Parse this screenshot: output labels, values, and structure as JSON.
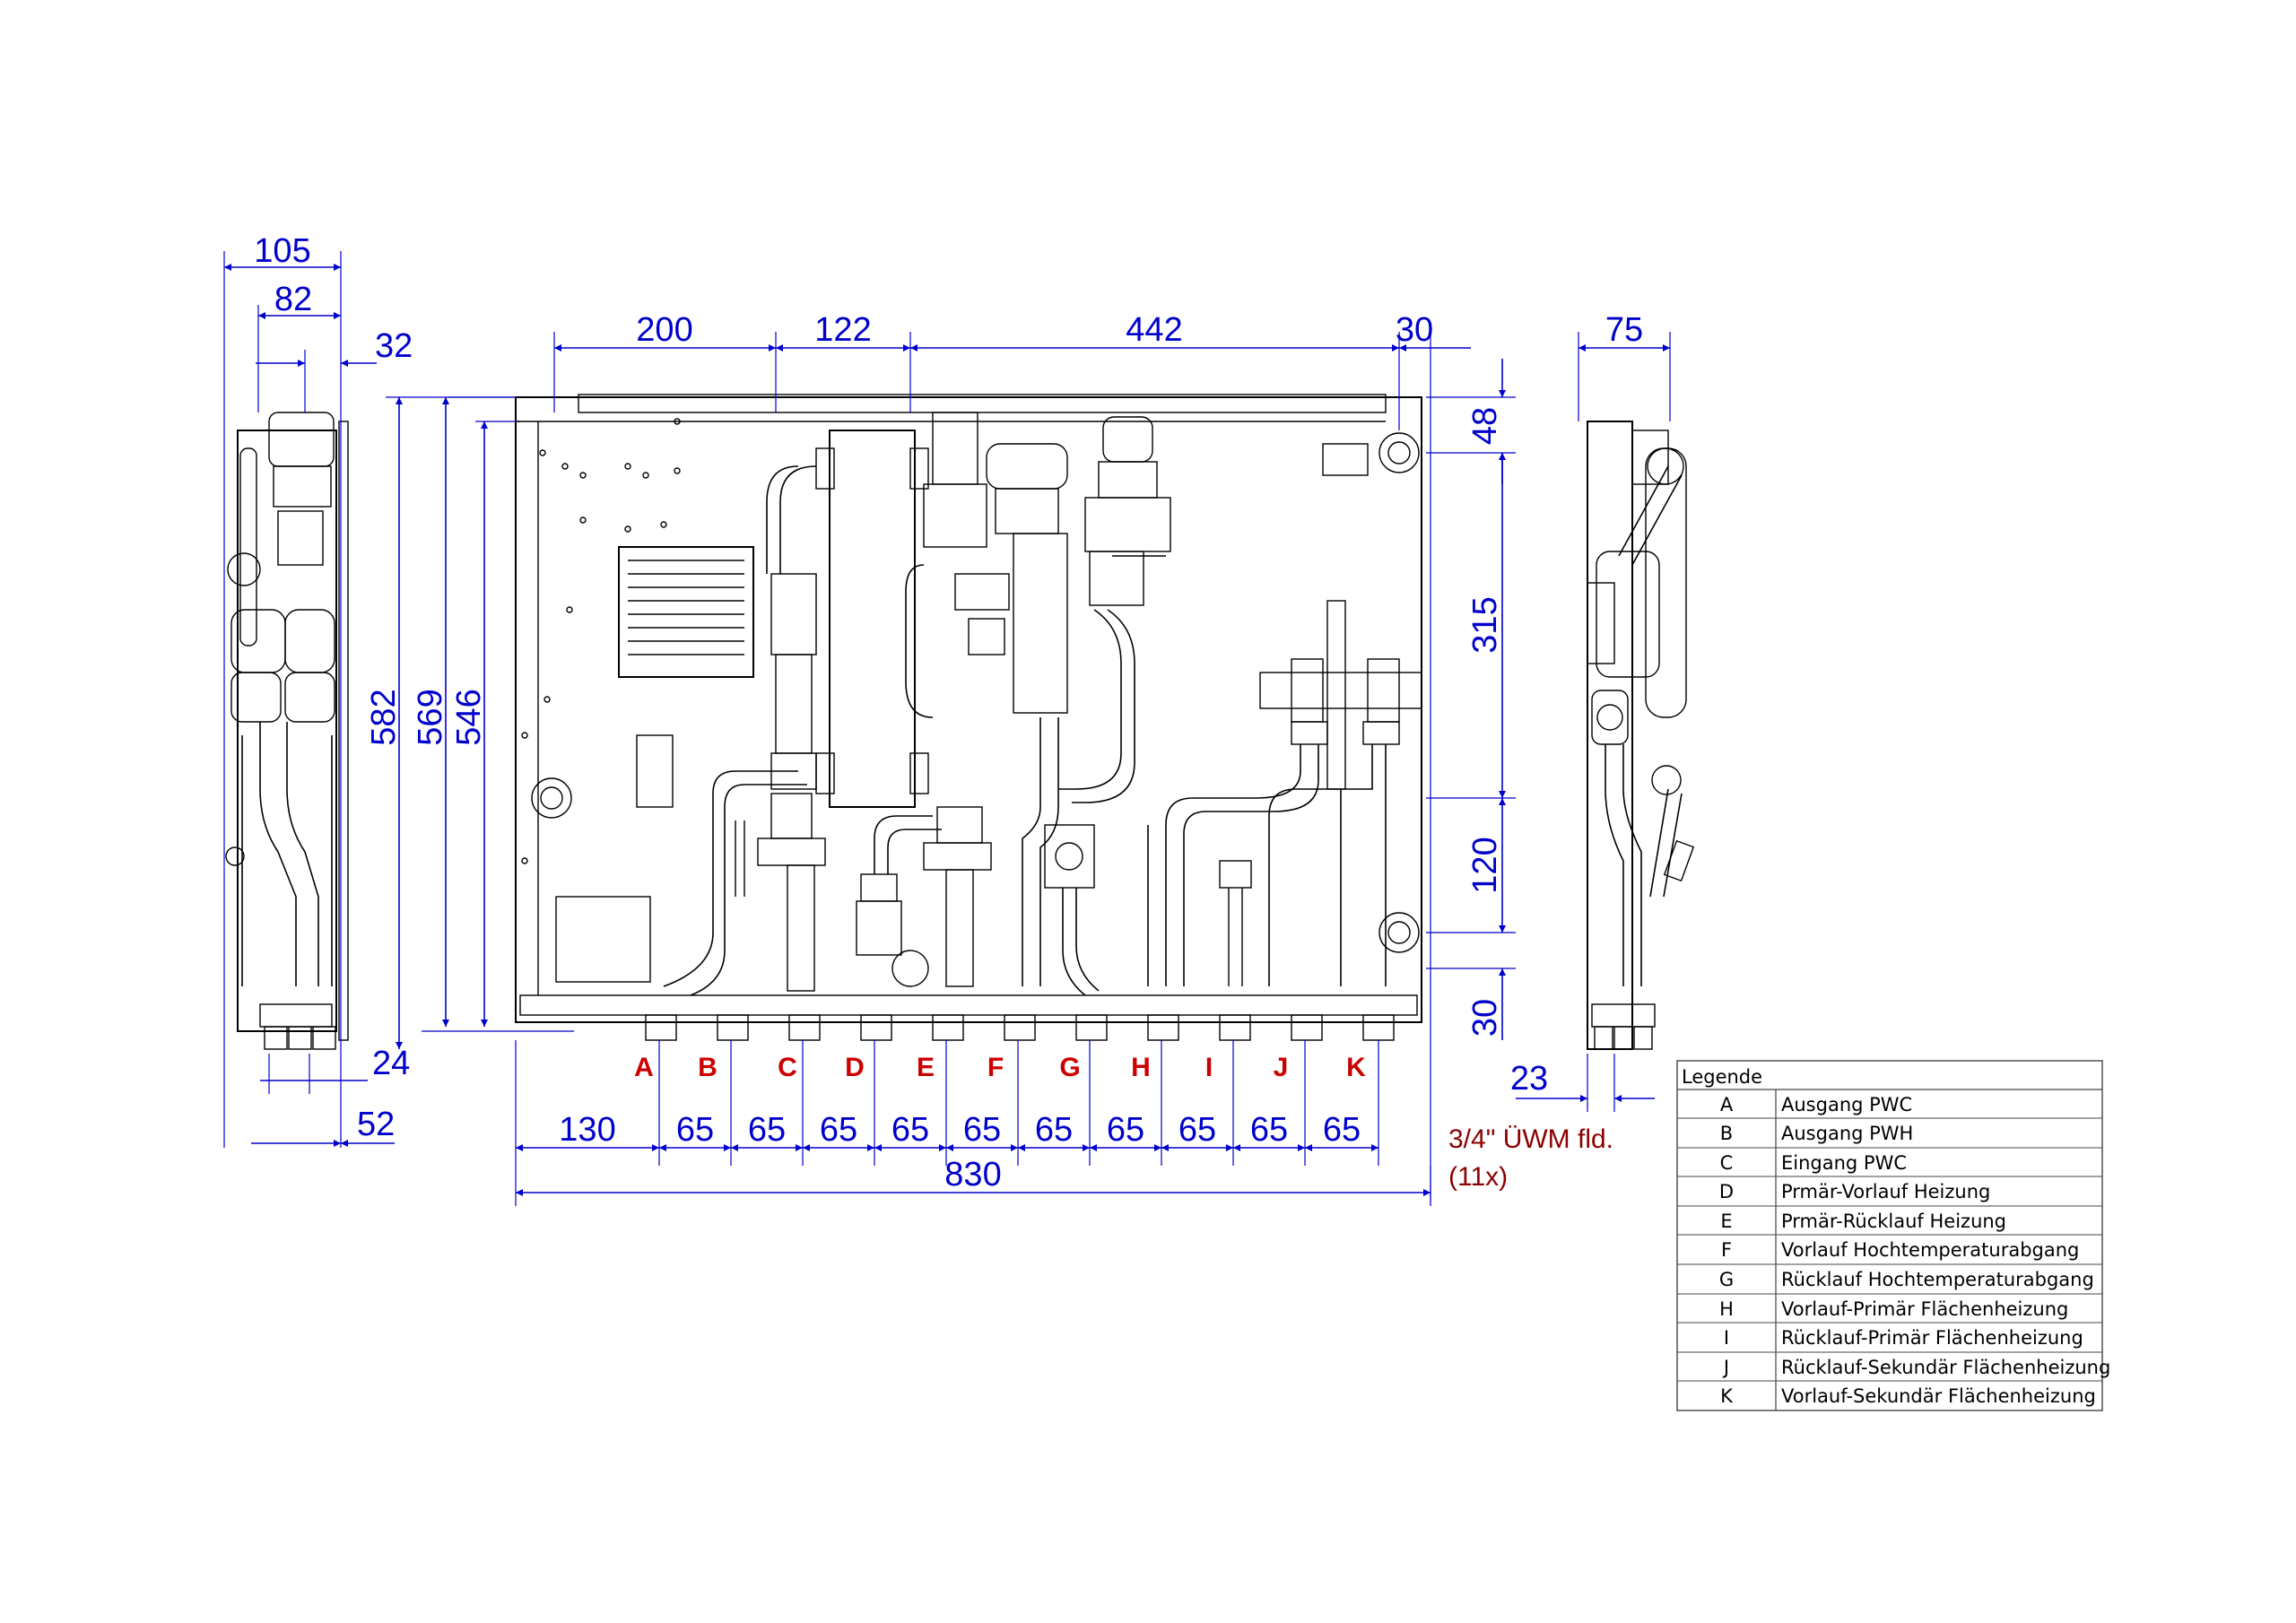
{
  "side_left": {
    "dims": [
      "105",
      "82",
      "32",
      "582",
      "569",
      "546",
      "24",
      "52"
    ]
  },
  "front": {
    "top_dims": [
      "200",
      "122",
      "442",
      "30"
    ],
    "right_dims": [
      "48",
      "315",
      "120",
      "30"
    ],
    "bottom_dims": [
      "130",
      "65",
      "65",
      "65",
      "65",
      "65",
      "65",
      "65",
      "65",
      "65",
      "65"
    ],
    "total_width": "830",
    "connections": [
      "A",
      "B",
      "C",
      "D",
      "E",
      "F",
      "G",
      "H",
      "I",
      "J",
      "K"
    ],
    "note_line1": "3/4\" ÜWM fld.",
    "note_line2": "(11x)"
  },
  "side_right": {
    "dims": [
      "75",
      "23"
    ]
  },
  "legend": {
    "title": "Legende",
    "rows": [
      {
        "code": "A",
        "text": "Ausgang PWC"
      },
      {
        "code": "B",
        "text": "Ausgang PWH"
      },
      {
        "code": "C",
        "text": "Eingang PWC"
      },
      {
        "code": "D",
        "text": "Prmär-Vorlauf Heizung"
      },
      {
        "code": "E",
        "text": "Prmär-Rücklauf Heizung"
      },
      {
        "code": "F",
        "text": "Vorlauf Hochtemperaturabgang"
      },
      {
        "code": "G",
        "text": "Rücklauf Hochtemperaturabgang"
      },
      {
        "code": "H",
        "text": "Vorlauf-Primär Flächenheizung"
      },
      {
        "code": "I",
        "text": "Rücklauf-Primär Flächenheizung"
      },
      {
        "code": "J",
        "text": "Rücklauf-Sekundär Flächenheizung"
      },
      {
        "code": "K",
        "text": "Vorlauf-Sekundär Flächenheizung"
      }
    ]
  },
  "colors": {
    "dimension": "#0000cc",
    "connection_label": "#cc0000",
    "note": "#8b0000",
    "line": "#000000"
  }
}
